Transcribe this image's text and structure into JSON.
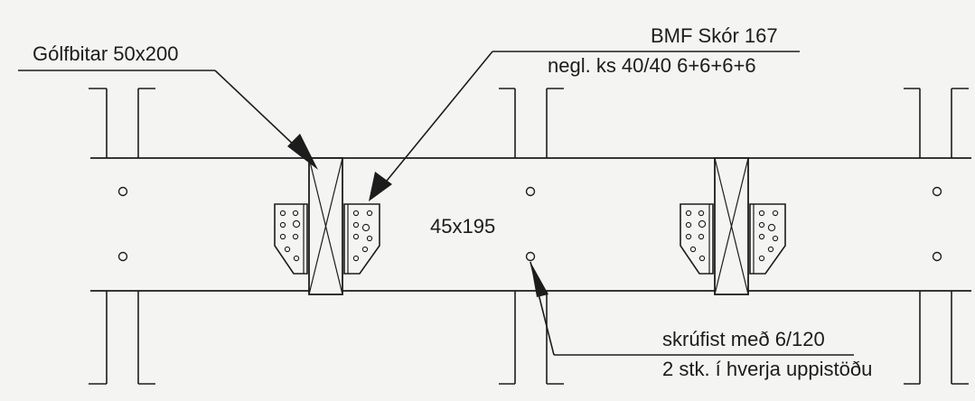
{
  "labels": {
    "joist": "Gólfbitar 50x200",
    "hanger_line1": "BMF Skór 167",
    "hanger_line2": "negl. ks 40/40 6+6+6+6",
    "beam": "45x195",
    "screw_line1": "skrúfist með 6/120",
    "screw_line2": "2 stk. í hverja uppistöðu"
  },
  "colors": {
    "ink": "#1c1c1c",
    "paper": "#f4f4f2"
  }
}
